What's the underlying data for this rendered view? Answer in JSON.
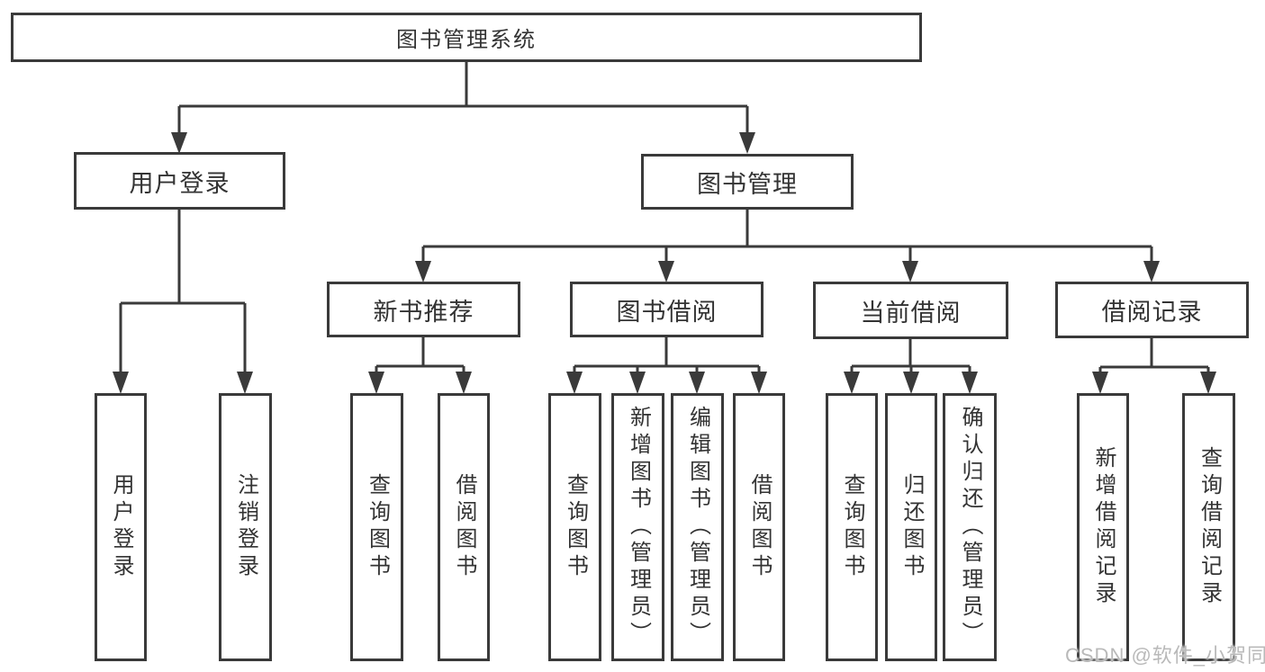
{
  "diagram_title": "图书管理系统",
  "nodes": {
    "root": "图书管理系统",
    "user_login": "用户登录",
    "book_management": "图书管理",
    "new_book_recommend": "新书推荐",
    "book_borrow": "图书借阅",
    "current_borrow": "当前借阅",
    "borrow_records": "借阅记录",
    "leaf_user_login": "用户登录",
    "leaf_logout": "注销登录",
    "leaf_query_book_a": "查询图书",
    "leaf_borrow_book_a": "借阅图书",
    "leaf_query_book_b": "查询图书",
    "leaf_add_book": "新增图书（管理员）",
    "leaf_edit_book": "编辑图书（管理员）",
    "leaf_borrow_book_b": "借阅图书",
    "leaf_query_book_c": "查询图书",
    "leaf_return_book": "归还图书",
    "leaf_confirm_return": "确认归还（管理员）",
    "leaf_add_borrow_record": "新增借阅记录",
    "leaf_query_borrow_record": "查询借阅记录"
  },
  "structure": {
    "root": "图书管理系统",
    "children": [
      {
        "node": "用户登录",
        "children": [
          "用户登录",
          "注销登录"
        ]
      },
      {
        "node": "图书管理",
        "children": [
          {
            "node": "新书推荐",
            "children": [
              "查询图书",
              "借阅图书"
            ]
          },
          {
            "node": "图书借阅",
            "children": [
              "查询图书",
              "新增图书（管理员）",
              "编辑图书（管理员）",
              "借阅图书"
            ]
          },
          {
            "node": "当前借阅",
            "children": [
              "查询图书",
              "归还图书",
              "确认归还（管理员）"
            ]
          },
          {
            "node": "借阅记录",
            "children": [
              "新增借阅记录",
              "查询借阅记录"
            ]
          }
        ]
      }
    ]
  },
  "watermark": "CSDN @软件_小贺同学",
  "colors": {
    "line": "#3a3a3a",
    "box_border": "#3a3a3a",
    "box_background": "#ffffff",
    "text": "#333333",
    "watermark": "#b9b9b9",
    "page_background": "#ffffff"
  }
}
